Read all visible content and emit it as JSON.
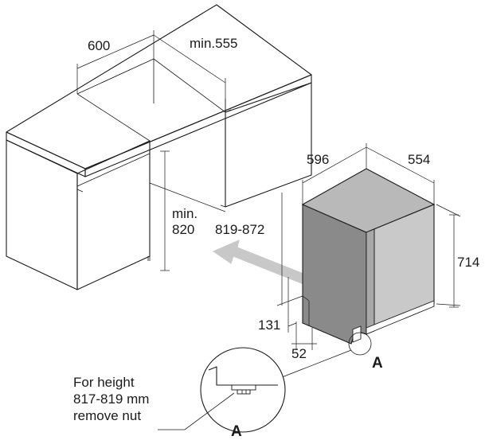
{
  "dimensions": {
    "cabinet_width": "600",
    "cabinet_depth": "min.555",
    "appliance_width": "596",
    "appliance_depth": "554",
    "appliance_height": "714",
    "opening_height_min_line1": "min.",
    "opening_height_min_line2": "820",
    "opening_height_range": "819-872",
    "foot_height": "131",
    "foot_depth": "52"
  },
  "detail": {
    "marker": "A",
    "note_lines": [
      "For height",
      "817-819 mm",
      "remove nut"
    ]
  },
  "colors": {
    "appliance_body": "#8a8a8a",
    "appliance_top": "#b9b9b9",
    "appliance_side": "#c9c9c9",
    "arrow": "#c8c8c8",
    "line": "#1a1a1a"
  }
}
